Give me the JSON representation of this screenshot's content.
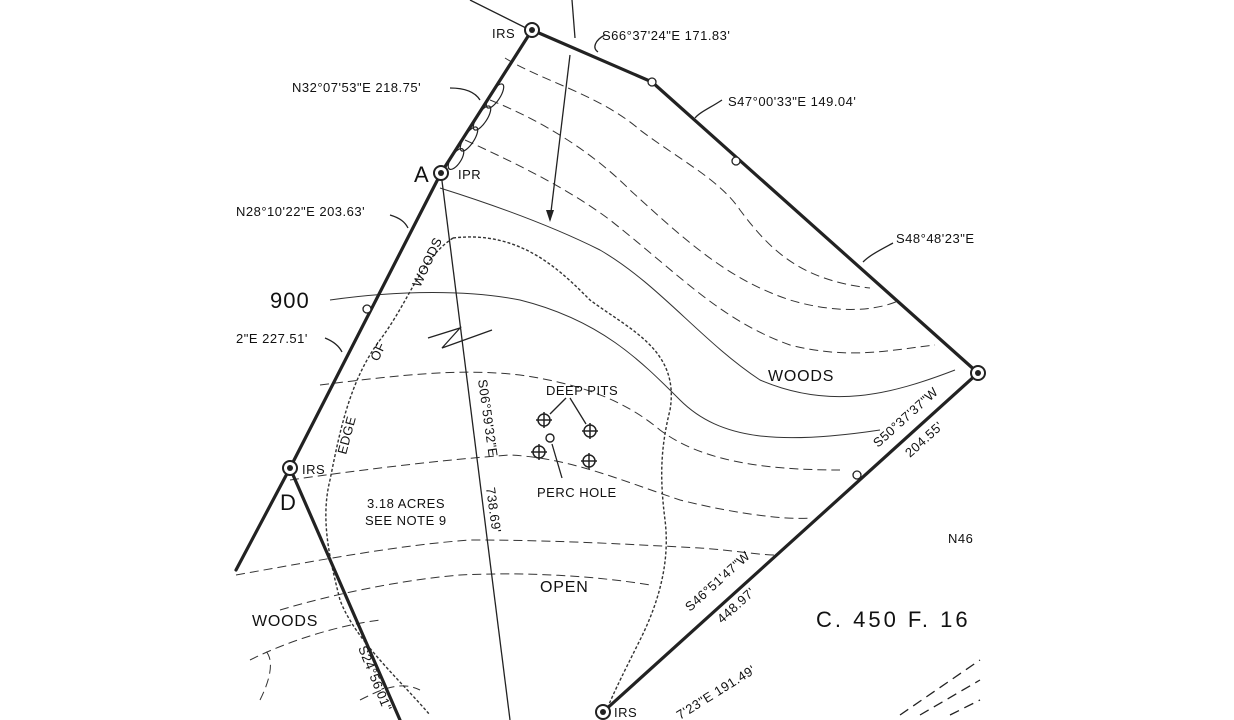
{
  "map": {
    "bearings": {
      "top": "S66°37'24\"E  171.83'",
      "right_upper": "S47°00'33\"E  149.04'",
      "right_mid": "S48°48'23\"E",
      "left_upper": "N32°07'53\"E  218.75'",
      "left_mid": "N28°10'22\"E  203.63'",
      "left_lower": "2\"E  227.51'",
      "diag_right_a": "S50°37'37\"W",
      "diag_right_b": "204.55'",
      "center_line_a": "S06°59'32\"E",
      "center_line_b": "738.69'",
      "lower_a": "S46°51'47\"W",
      "lower_b": "448.97'",
      "bottom_left": "S24°56'01\"",
      "bottom": "7'23\"E  191.49'",
      "right_edge": "N46"
    },
    "points": {
      "irs_top": "IRS",
      "ipr": "IPR",
      "irs_left": "IRS",
      "irs_bottom": "IRS",
      "a_label": "A",
      "d_label": "D"
    },
    "labels": {
      "contour_900": "900",
      "woods_right": "WOODS",
      "woods_left": "WOODS",
      "open": "OPEN",
      "deep_pits": "DEEP PITS",
      "perc_hole": "PERC HOLE",
      "acres": "3.18 ACRES",
      "note": "SEE NOTE 9",
      "edge_of_woods_1": "WOODS",
      "edge_of_woods_2": "OF",
      "edge_of_woods_3": "EDGE",
      "sheet_ref": "C. 450  F. 16"
    }
  }
}
